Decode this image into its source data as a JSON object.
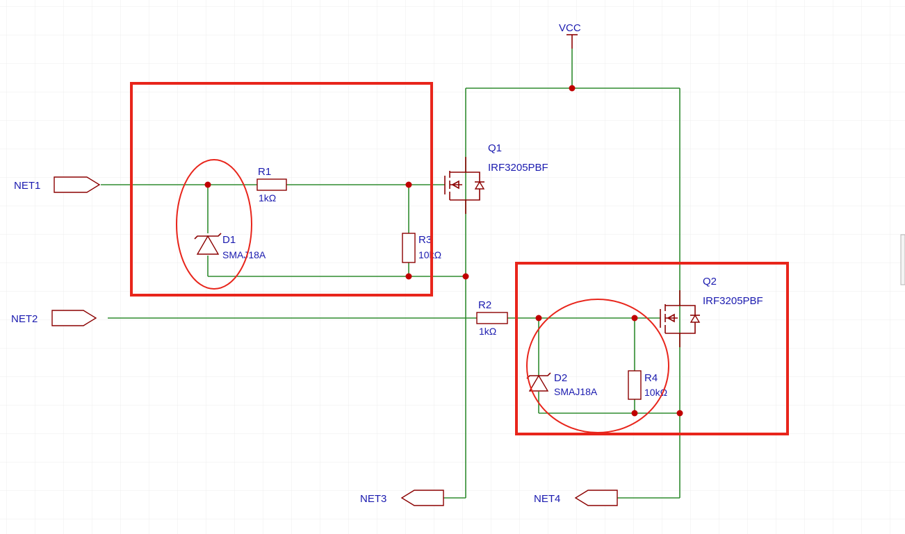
{
  "power": {
    "vcc_label": "VCC"
  },
  "ports": {
    "net1": "NET1",
    "net2": "NET2",
    "net3": "NET3",
    "net4": "NET4"
  },
  "components": {
    "r1": {
      "ref": "R1",
      "value": "1kΩ"
    },
    "r2": {
      "ref": "R2",
      "value": "1kΩ"
    },
    "r3": {
      "ref": "R3",
      "value": "10kΩ"
    },
    "r4": {
      "ref": "R4",
      "value": "10kΩ"
    },
    "d1": {
      "ref": "D1",
      "value": "SMAJ18A"
    },
    "d2": {
      "ref": "D2",
      "value": "SMAJ18A"
    },
    "q1": {
      "ref": "Q1",
      "value": "IRF3205PBF"
    },
    "q2": {
      "ref": "Q2",
      "value": "IRF3205PBF"
    }
  },
  "colors": {
    "wire": "#2e8b2e",
    "part": "#8b0000",
    "junction": "#c00000",
    "label": "#1a1aaf",
    "highlight": "#e8251b",
    "grid": "#ececec"
  }
}
